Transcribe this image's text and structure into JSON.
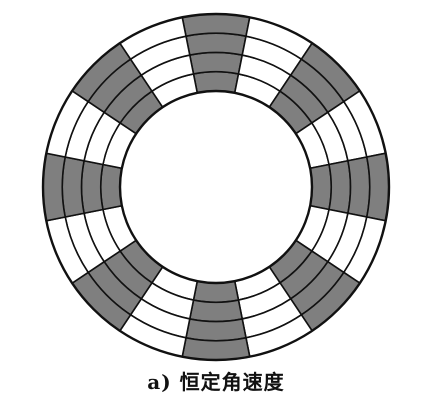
{
  "caption": "a) 恒定角速度",
  "colors": {
    "sector_fill": "#7f7f7f",
    "empty_fill": "#ffffff",
    "stroke": "#111111"
  },
  "disk": {
    "track_count": 4,
    "sector_count": 16,
    "shaded_sectors": [
      0,
      2,
      4,
      6,
      8,
      10,
      12,
      14
    ]
  }
}
